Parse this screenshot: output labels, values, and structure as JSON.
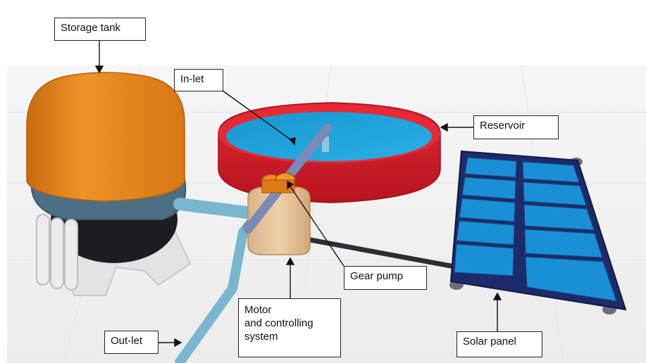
{
  "labels": {
    "storage_tank": "Storage tank",
    "inlet": "In-let",
    "reservoir": "Reservoir",
    "gear_pump": "Gear pump",
    "motor_line1": "Motor",
    "motor_line2": "and controlling",
    "motor_line3": "system",
    "outlet": "Out-let",
    "solar_panel": "Solar panel"
  },
  "colors": {
    "tank_orange": "#e9871f",
    "tank_dark": "#1c1d22",
    "tank_ring": "#4c6f83",
    "tank_legs": "#e8e8ea",
    "reservoir_red": "#d8202c",
    "reservoir_water": "#1ea4dc",
    "pipe": "#7ab6cf",
    "pipe_inlet": "#7a8ab8",
    "motor_box": "#e8c79f",
    "pump_orange": "#ef8a1c",
    "solar_frame": "#1d2b6a",
    "solar_cell": "#1b8fd6",
    "cable": "#2a2f36"
  }
}
